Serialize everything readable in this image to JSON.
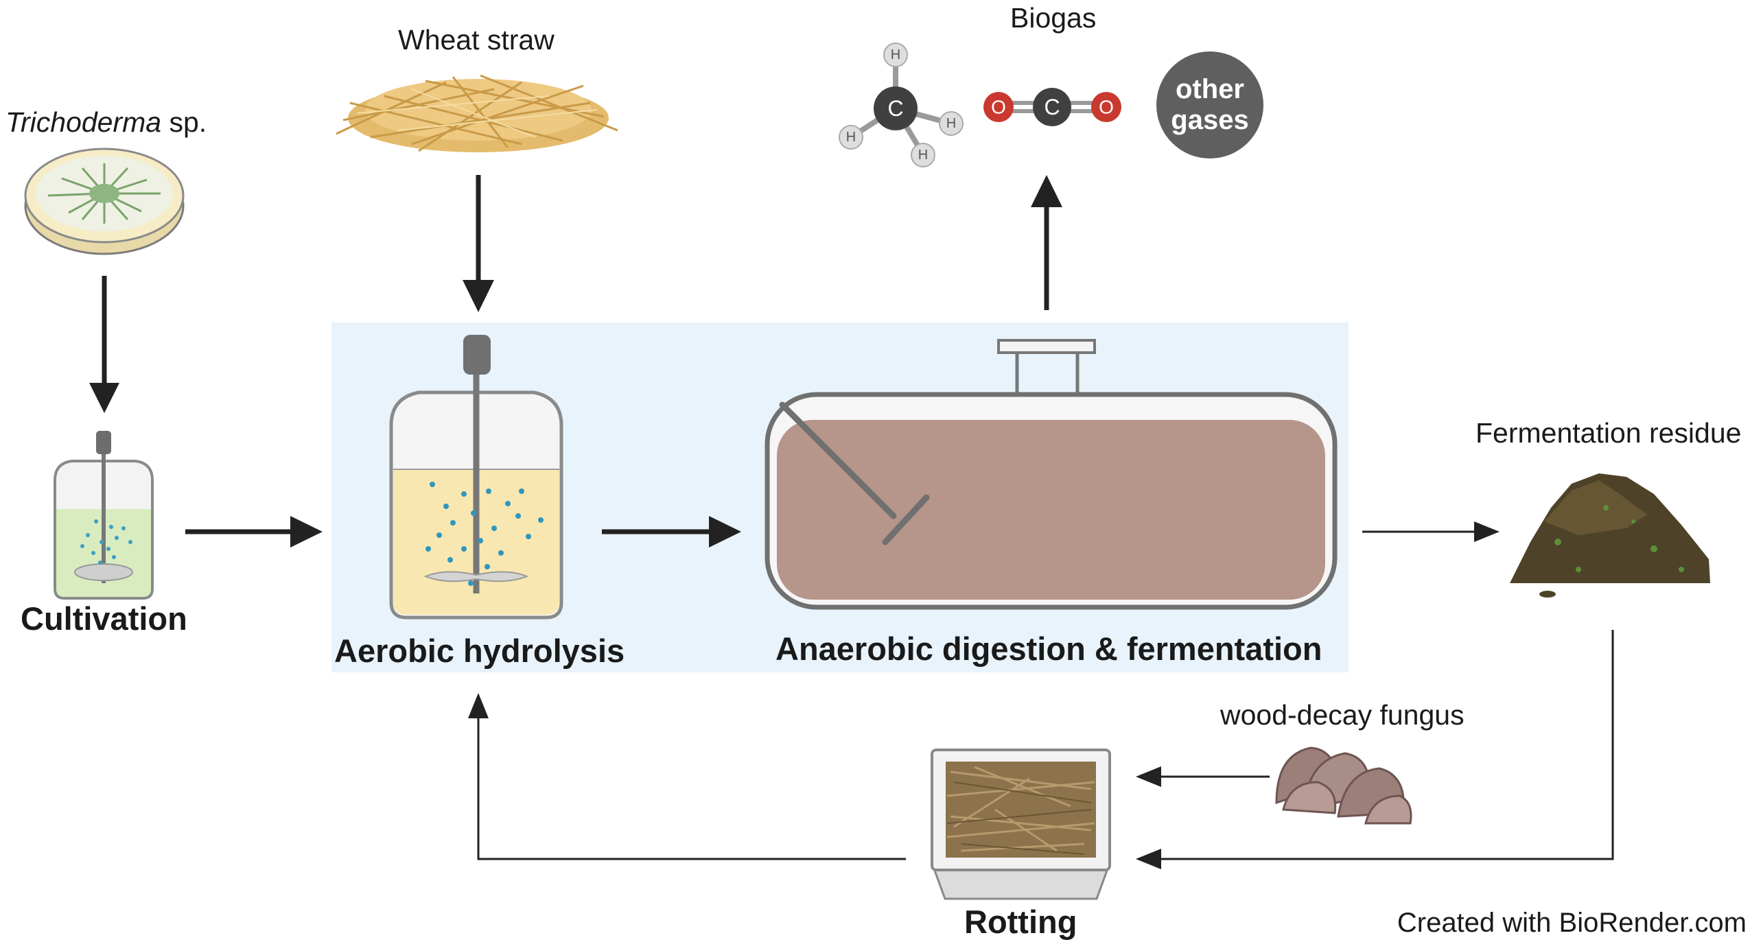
{
  "labels": {
    "trichoderma_italic": "Trichoderma",
    "trichoderma_rest": " sp.",
    "wheat_straw": "Wheat straw",
    "biogas": "Biogas",
    "cultivation": "Cultivation",
    "aerobic_hydrolysis": "Aerobic hydrolysis",
    "anaerobic": "Anaerobic digestion & fermentation",
    "fermentation_residue": "Fermentation residue",
    "wood_decay_fungus": "wood-decay fungus",
    "rotting": "Rotting",
    "credit": "Created with BioRender.com"
  },
  "molecules": {
    "methane_center": "C",
    "methane_h": "H",
    "co2_c": "C",
    "co2_o": "O",
    "other_gases_line1": "other",
    "other_gases_line2": "gases"
  },
  "colors": {
    "process_box": "#e8f3fb",
    "arrow": "#222222",
    "digester_fill": "#b6958b",
    "hydrolysis_liquid": "#f8e7b0",
    "cultivation_liquid": "#d8ecc0",
    "straw": "#e8c27a",
    "residue": "#4e4229",
    "fungus": "#9d7f7a",
    "other_gases": "#5f5f5f",
    "carbon": "#404040",
    "oxygen": "#c9392f"
  }
}
